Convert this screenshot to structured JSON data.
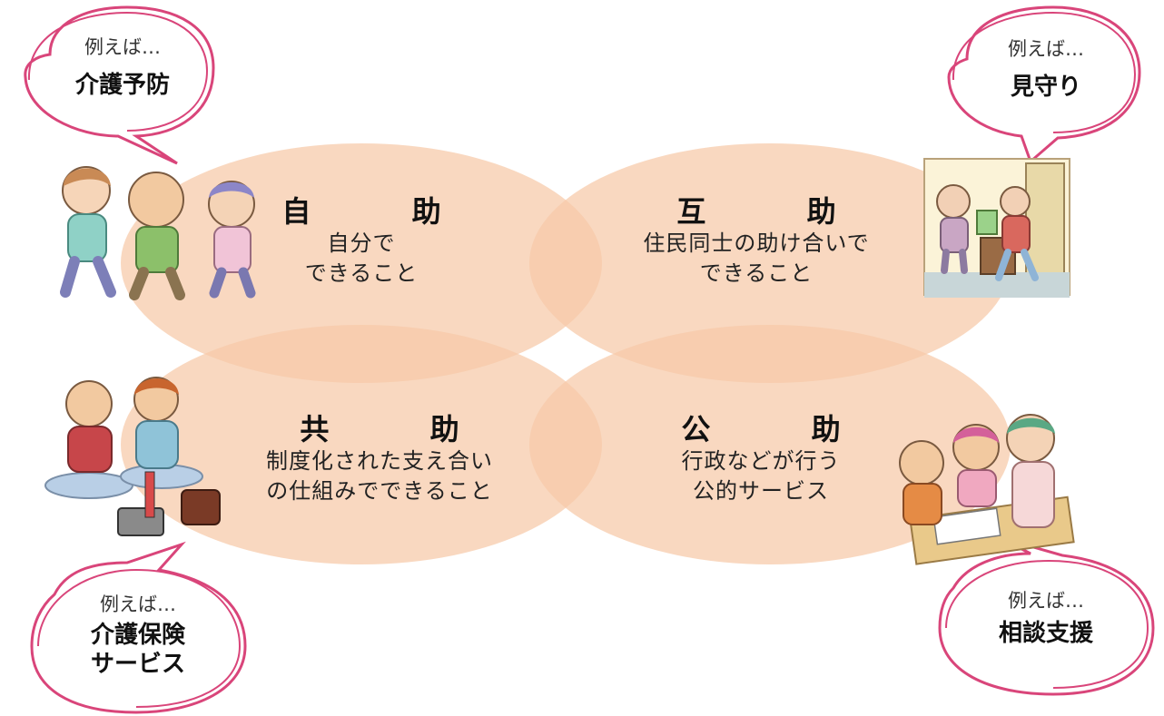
{
  "quadrants": {
    "self": {
      "title": "自 助",
      "lines": [
        "自分で",
        "できること"
      ]
    },
    "mutual": {
      "title": "互 助",
      "lines": [
        "住民同士の助け合いで",
        "できること"
      ]
    },
    "shared": {
      "title": "共 助",
      "lines": [
        "制度化された支え合い",
        "の仕組みでできること"
      ]
    },
    "public": {
      "title": "公 助",
      "lines": [
        "行政などが行う",
        "公的サービス"
      ]
    }
  },
  "bubbles": {
    "top_left": {
      "prefix": "例えば…",
      "lines": [
        "介護予防"
      ]
    },
    "top_right": {
      "prefix": "例えば…",
      "lines": [
        "見守り"
      ]
    },
    "bottom_left": {
      "prefix": "例えば…",
      "lines": [
        "介護保険",
        "サービス"
      ]
    },
    "bottom_right": {
      "prefix": "例えば…",
      "lines": [
        "相談支援"
      ]
    }
  },
  "colors": {
    "ellipse_fill": "#f7c9a8",
    "bubble_stroke": "#d9457a",
    "bubble_fill": "#ffffff"
  }
}
